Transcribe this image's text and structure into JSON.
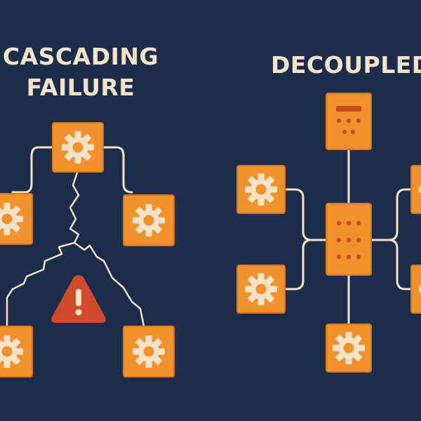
{
  "colors": {
    "background": "#1b2d4b",
    "node_fill": "#f1922c",
    "node_stroke": "#d97716",
    "gear": "#f3e4c9",
    "line": "#f3e4c9",
    "warning": "#d2492a",
    "dots": "#c94c24"
  },
  "left_panel": {
    "title_line1": "CASCADING",
    "title_line2": "FAILURE",
    "nodes": [
      {
        "name": "root-service-node",
        "icon": "gear-icon"
      },
      {
        "name": "left-service-node",
        "icon": "gear-icon"
      },
      {
        "name": "right-service-node",
        "icon": "gear-icon"
      },
      {
        "name": "bottom-left-service-node",
        "icon": "gear-icon"
      },
      {
        "name": "bottom-right-service-node",
        "icon": "gear-icon"
      }
    ],
    "alert_icon": "warning-icon"
  },
  "right_panel": {
    "title": "DECOUPLED",
    "nodes": [
      {
        "name": "top-server-node",
        "icon": "server-icon"
      },
      {
        "name": "central-hub-node",
        "icon": "server-dots-icon"
      },
      {
        "name": "left-upper-service-node",
        "icon": "gear-icon"
      },
      {
        "name": "left-lower-service-node",
        "icon": "gear-icon"
      },
      {
        "name": "bottom-service-node",
        "icon": "gear-icon"
      },
      {
        "name": "right-upper-service-node",
        "icon": "gear-icon"
      },
      {
        "name": "right-lower-service-node",
        "icon": "gear-icon"
      }
    ]
  }
}
